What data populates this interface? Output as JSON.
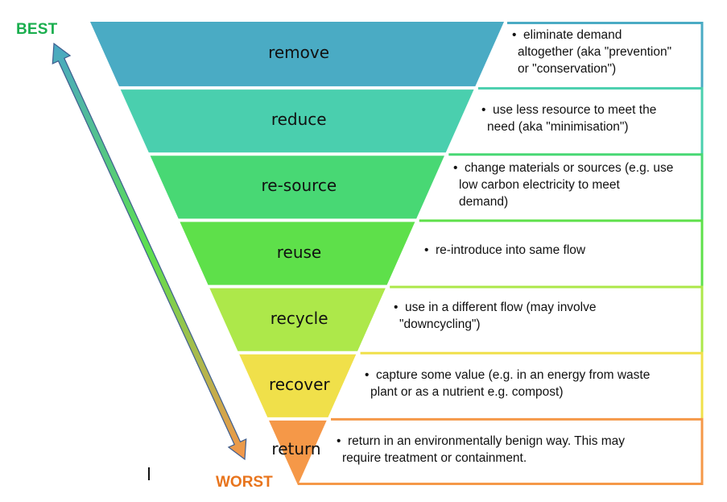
{
  "diagram": {
    "type": "inverted-pyramid hierarchy",
    "scale_top_label": "BEST",
    "scale_bottom_label": "WORST",
    "scale_top_color": "#1aae4e",
    "scale_bottom_color": "#e8741c",
    "arrow_gradient": [
      "#4aa8c4",
      "#5ee04e",
      "#f4954a"
    ],
    "levels": [
      {
        "name": "remove",
        "color": "#4aabc4",
        "description": [
          "eliminate demand",
          "altogether (aka \"prevention\"",
          "or \"conservation\")"
        ]
      },
      {
        "name": "reduce",
        "color": "#4acfae",
        "description": [
          "use less resource to meet the",
          "need (aka \"minimisation\")"
        ]
      },
      {
        "name": "re-source",
        "color": "#48d874",
        "description": [
          "change materials or sources (e.g. use",
          "low carbon electricity to meet",
          "demand)"
        ]
      },
      {
        "name": "reuse",
        "color": "#5ee04a",
        "description": [
          "re-introduce into same flow"
        ]
      },
      {
        "name": "recycle",
        "color": "#ade84a",
        "description": [
          "use in a different flow (may involve",
          "\"downcycling\")"
        ]
      },
      {
        "name": "recover",
        "color": "#f0e04a",
        "description": [
          "capture some value (e.g. in an  energy from waste",
          "plant or as a nutrient e.g. compost)"
        ]
      },
      {
        "name": "return",
        "color": "#f59848",
        "description": [
          "return in an environmentally benign way. This may",
          "require treatment or containment."
        ]
      }
    ]
  }
}
